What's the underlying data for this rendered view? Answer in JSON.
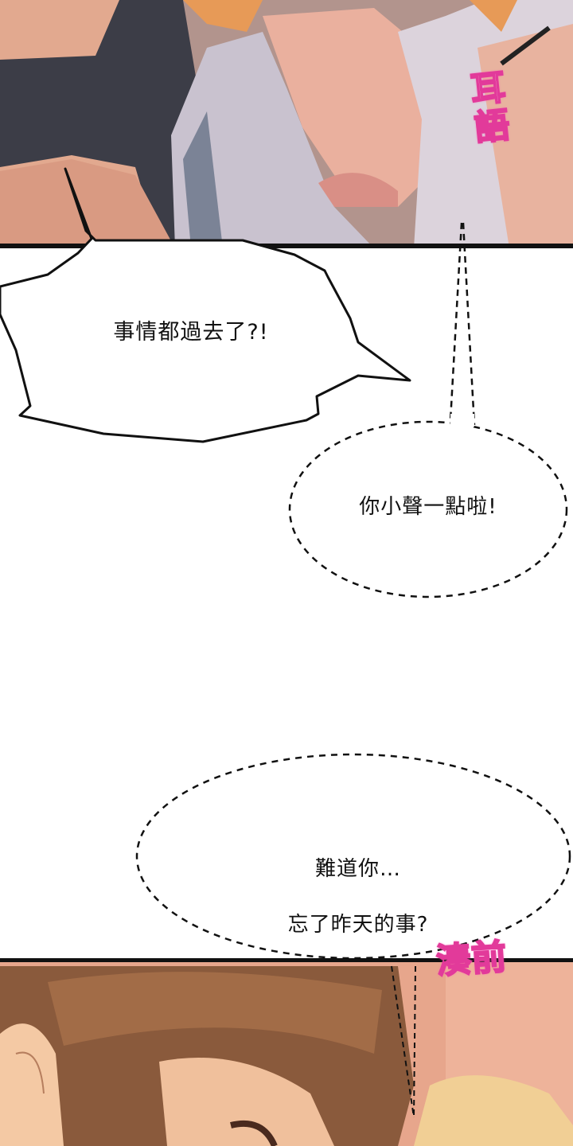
{
  "page": {
    "type": "webcomic-page",
    "background": "#ffffff"
  },
  "panels": [
    {
      "id": "top",
      "description": "close-up of two characters, one in a dark top and one in a light knit top",
      "sfx": {
        "text": "耳語",
        "color": "#e23a9a"
      }
    },
    {
      "id": "bottom",
      "description": "close-up of a brown-haired character leaning toward a blonde character",
      "sfx": {
        "text": "湊前",
        "color": "#e23a9a"
      }
    }
  ],
  "bubbles": [
    {
      "id": "spiky",
      "style": "solid-spiky",
      "text": "事情都過去了?!"
    },
    {
      "id": "whisper-1",
      "style": "dashed-ellipse",
      "text": "你小聲一點啦!"
    },
    {
      "id": "whisper-2",
      "style": "dashed-ellipse",
      "line1": "難道你…",
      "line2": "忘了昨天的事?"
    }
  ],
  "colors": {
    "sfx_stroke": "#e23a9a",
    "panel_border": "#111111",
    "bubble_text": "#111111"
  }
}
